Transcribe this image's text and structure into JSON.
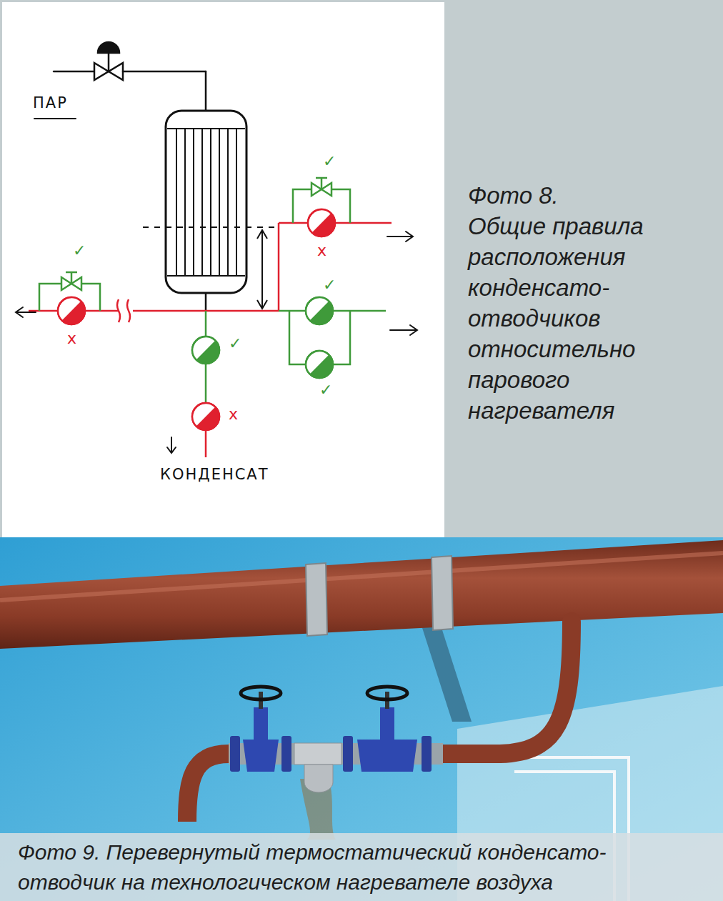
{
  "diagram": {
    "nodes": [
      {
        "text": [
          "Фото 8.",
          "Общие правила расположения конденсато- отводчиков относительно парового нагревателя"
        ]
      },
      {
        "text": [
          "Фото 9. Перевернутый термостатический конденсато- отводчик на технологическом нагревателе воздуха"
        ]
      }
    ],
    "labels": [
      "ПАР",
      "✓",
      "✓",
      "✓",
      "x",
      "x",
      "✓",
      "✓",
      "x",
      "КОНДЕНСАТ"
    ]
  }
}
